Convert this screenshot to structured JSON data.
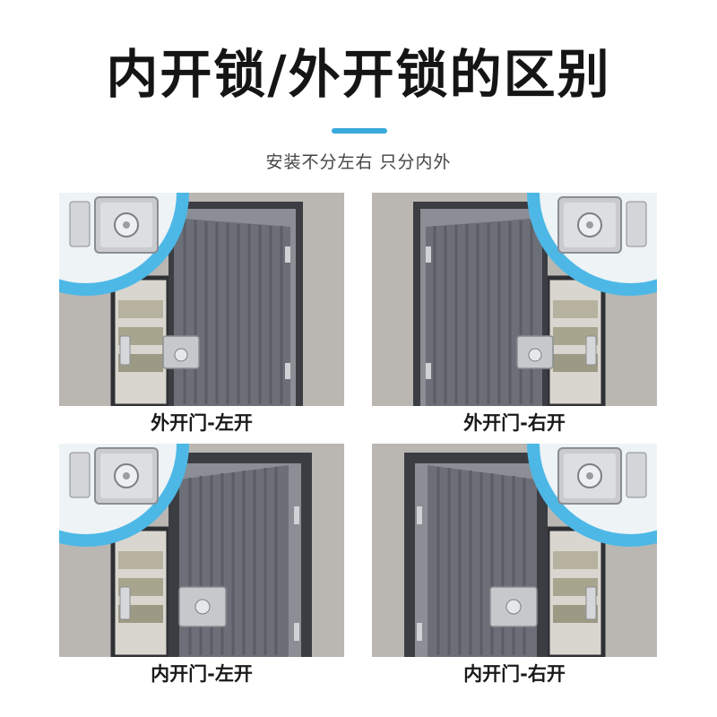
{
  "header": {
    "title": "内开锁/外开锁的区别",
    "subtitle": "安装不分左右 只分内外",
    "accent_color": "#3aa9dc"
  },
  "panels": [
    {
      "caption": "外开门-左开",
      "inset_side": "left"
    },
    {
      "caption": "外开门-右开",
      "inset_side": "right"
    },
    {
      "caption": "内开门-左开",
      "inset_side": "left"
    },
    {
      "caption": "内开门-右开",
      "inset_side": "right"
    }
  ],
  "colors": {
    "wall": "#b9b6b2",
    "door": "#6d7078",
    "frame": "#3b3d42",
    "inset_ring": "#4db8e6",
    "lock_metal": "#c8cacd"
  }
}
